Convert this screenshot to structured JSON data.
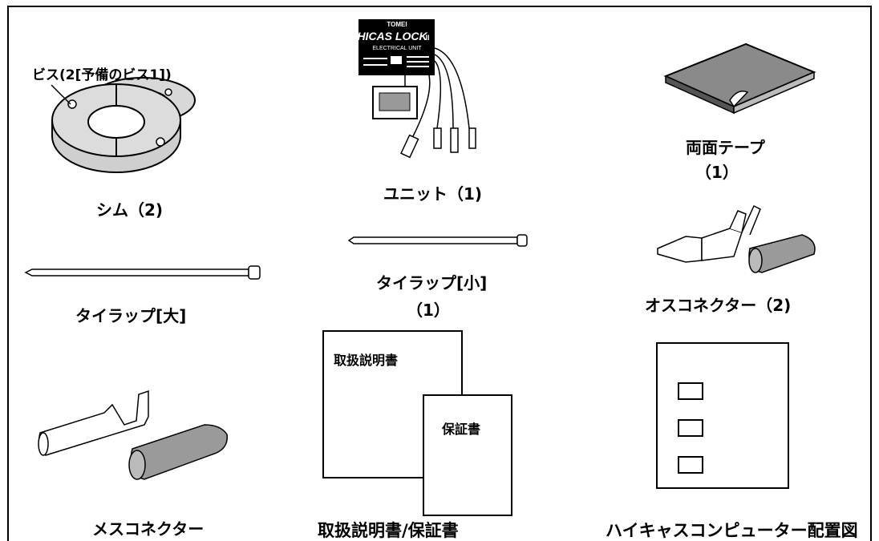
{
  "items": {
    "shim": {
      "callout": "ビス(2[予備のビス1])",
      "label": "シム（2)"
    },
    "unit": {
      "label": "ユニット（1)",
      "brand": "TOMEI",
      "product": "HICAS LOCK",
      "product_suffix": "II",
      "subtitle": "ELECTRICAL UNIT"
    },
    "tape": {
      "label": "両面テープ",
      "count": "（1）"
    },
    "tie_small": {
      "label": "タイラップ[小]",
      "count": "（1）"
    },
    "tie_large": {
      "label": "タイラップ[大]"
    },
    "male_connector": {
      "label": "オスコネクター（2)"
    },
    "female_connector": {
      "label": "メスコネクター"
    },
    "manual": {
      "label": "取扱説明書/保証書",
      "doc1": "取扱説明書",
      "doc2": "保証書"
    },
    "layout_chart": {
      "label": "ハイキャスコンピューター配置図"
    }
  }
}
